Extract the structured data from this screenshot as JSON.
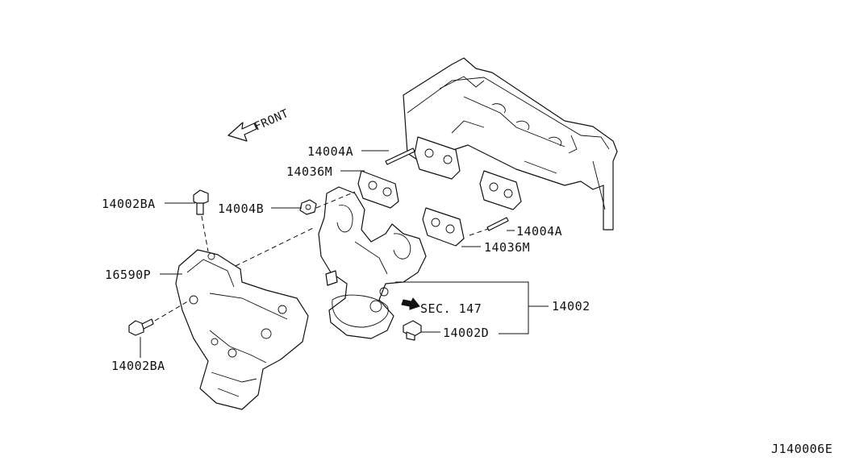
{
  "front_label": "FRONT",
  "callouts": {
    "stud_upper": "14004A",
    "gasket_upper": "14036M",
    "nut": "14004B",
    "stud_lower": "14004A",
    "gasket_lower": "14036M",
    "bolt_top": "14002BA",
    "heat_insulator": "16590P",
    "bolt_bottom": "14002BA",
    "manifold": "14002",
    "section_ref": "SEC. 147",
    "bolt_flange": "14002D"
  },
  "diagram_code": "J140006E"
}
